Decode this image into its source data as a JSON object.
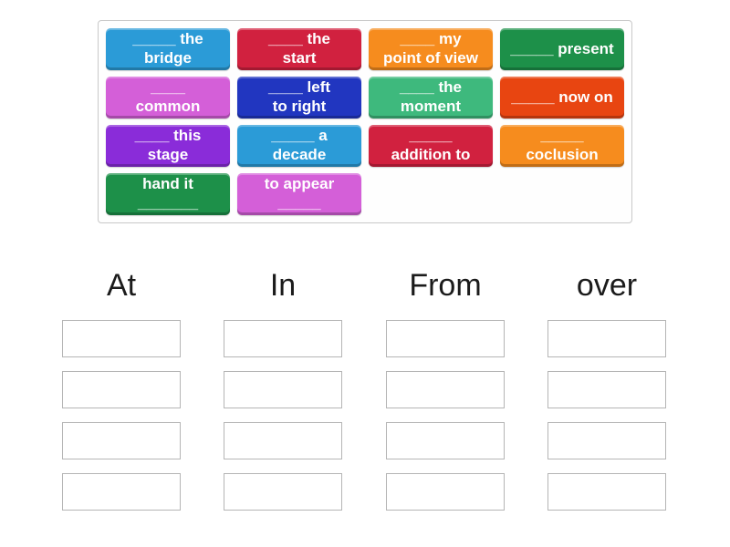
{
  "tray": {
    "tiles": [
      {
        "text": "_____ the\nbridge",
        "color": "#2b9bd7"
      },
      {
        "text": "____ the\nstart",
        "color": "#d1213f"
      },
      {
        "text": "____ my\npoint of view",
        "color": "#f68c1e"
      },
      {
        "text": "_____ present",
        "color": "#1d9049"
      },
      {
        "text": "____\ncommon",
        "color": "#d45fd8"
      },
      {
        "text": "____ left\nto right",
        "color": "#2136c0"
      },
      {
        "text": "____ the\nmoment",
        "color": "#3eb97d"
      },
      {
        "text": "_____ now on",
        "color": "#e84511"
      },
      {
        "text": "____ this\nstage",
        "color": "#8a2cd9"
      },
      {
        "text": "_____ a\ndecade",
        "color": "#2b9bd7"
      },
      {
        "text": "_____\naddition to",
        "color": "#d1213f"
      },
      {
        "text": "_____\ncoclusion",
        "color": "#f68c1e"
      },
      {
        "text": "hand it\n_______",
        "color": "#1d9049"
      },
      {
        "text": "to appear\n_____",
        "color": "#d45fd8"
      }
    ]
  },
  "groups": [
    {
      "label": "At"
    },
    {
      "label": "In"
    },
    {
      "label": "From"
    },
    {
      "label": "over"
    }
  ]
}
